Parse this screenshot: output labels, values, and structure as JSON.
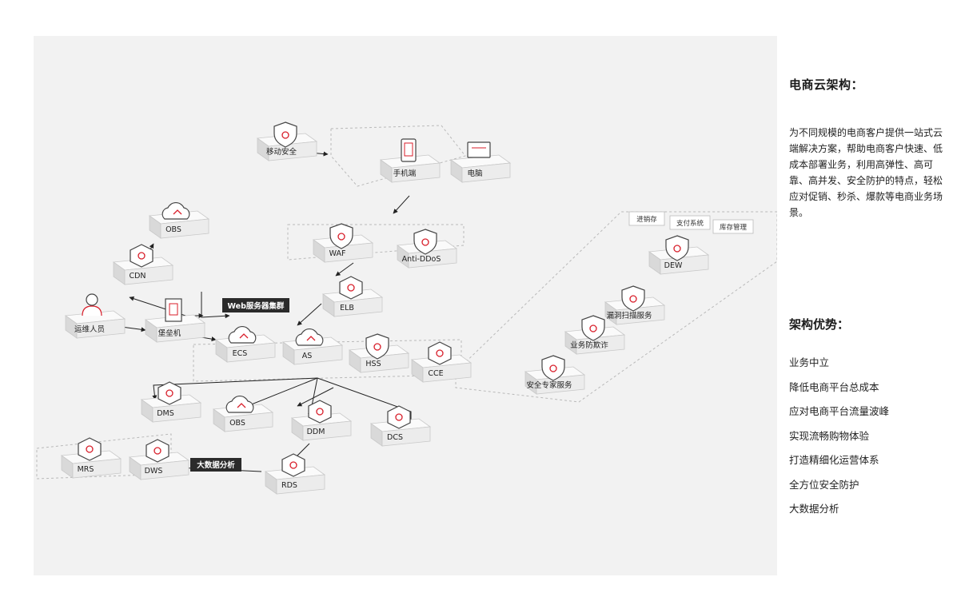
{
  "diagram": {
    "groups": {
      "devices": "",
      "security": "",
      "web_cluster": "",
      "bigdata": "",
      "right_panel": ""
    },
    "nodes": [
      {
        "id": "mobile_security",
        "label": "移动安全",
        "icon": "phone-shield-icon"
      },
      {
        "id": "phone",
        "label": "手机端",
        "icon": "phone-icon"
      },
      {
        "id": "pc",
        "label": "电脑",
        "icon": "monitor-icon"
      },
      {
        "id": "waf",
        "label": "WAF",
        "icon": "shield-icon"
      },
      {
        "id": "anti_ddos",
        "label": "Anti-DDoS",
        "icon": "shield-drop-icon"
      },
      {
        "id": "obs_top",
        "label": "OBS",
        "icon": "cloud-upload-icon"
      },
      {
        "id": "cdn",
        "label": "CDN",
        "icon": "network-node-icon"
      },
      {
        "id": "elb",
        "label": "ELB",
        "icon": "load-balancer-icon"
      },
      {
        "id": "ops",
        "label": "运维人员",
        "icon": "person-icon"
      },
      {
        "id": "bastion",
        "label": "堡垒机",
        "icon": "server-icon"
      },
      {
        "id": "ecs",
        "label": "ECS",
        "icon": "cloud-server-icon"
      },
      {
        "id": "as",
        "label": "AS",
        "icon": "cloud-scale-icon"
      },
      {
        "id": "hss",
        "label": "HSS",
        "icon": "shield-doc-icon"
      },
      {
        "id": "cce",
        "label": "CCE",
        "icon": "container-icon"
      },
      {
        "id": "dms",
        "label": "DMS",
        "icon": "message-queue-icon"
      },
      {
        "id": "obs",
        "label": "OBS",
        "icon": "cloud-upload-icon"
      },
      {
        "id": "ddm",
        "label": "DDM",
        "icon": "distributed-db-icon"
      },
      {
        "id": "dcs",
        "label": "DCS",
        "icon": "cache-icon"
      },
      {
        "id": "rds",
        "label": "RDS",
        "icon": "database-icon"
      },
      {
        "id": "mrs",
        "label": "MRS",
        "icon": "cluster-icon"
      },
      {
        "id": "dws",
        "label": "DWS",
        "icon": "warehouse-icon"
      },
      {
        "id": "dew",
        "label": "DEW",
        "icon": "key-shield-icon"
      },
      {
        "id": "vss",
        "label": "漏洞扫描服务",
        "icon": "scan-shield-icon"
      },
      {
        "id": "anti_fraud",
        "label": "业务防欺诈",
        "icon": "fraud-shield-icon"
      },
      {
        "id": "expert",
        "label": "安全专家服务",
        "icon": "expert-shield-icon"
      }
    ],
    "tags": {
      "web_cluster": "Web服务器集群",
      "bigdata": "大数据分析"
    },
    "chips": [
      "进销存",
      "支付系统",
      "库存管理"
    ]
  },
  "side": {
    "title": "电商云架构：",
    "description": "为不同规模的电商客户提供一站式云端解决方案，帮助电商客户快速、低成本部署业务，利用高弹性、高可靠、高并发、安全防护的特点，轻松应对促销、秒杀、爆款等电商业务场景。",
    "advantages_title": "架构优势：",
    "advantages": [
      "业务中立",
      "降低电商平台总成本",
      "应对电商平台流量波峰",
      "实现流畅购物体验",
      "打造精细化运营体系",
      "全方位安全防护",
      "大数据分析"
    ]
  },
  "colors": {
    "accent": "#d81e2a",
    "panel_bg": "#f2f2f2",
    "tag_bg": "#2b2b2b",
    "box_face": "#f7f7f7"
  }
}
